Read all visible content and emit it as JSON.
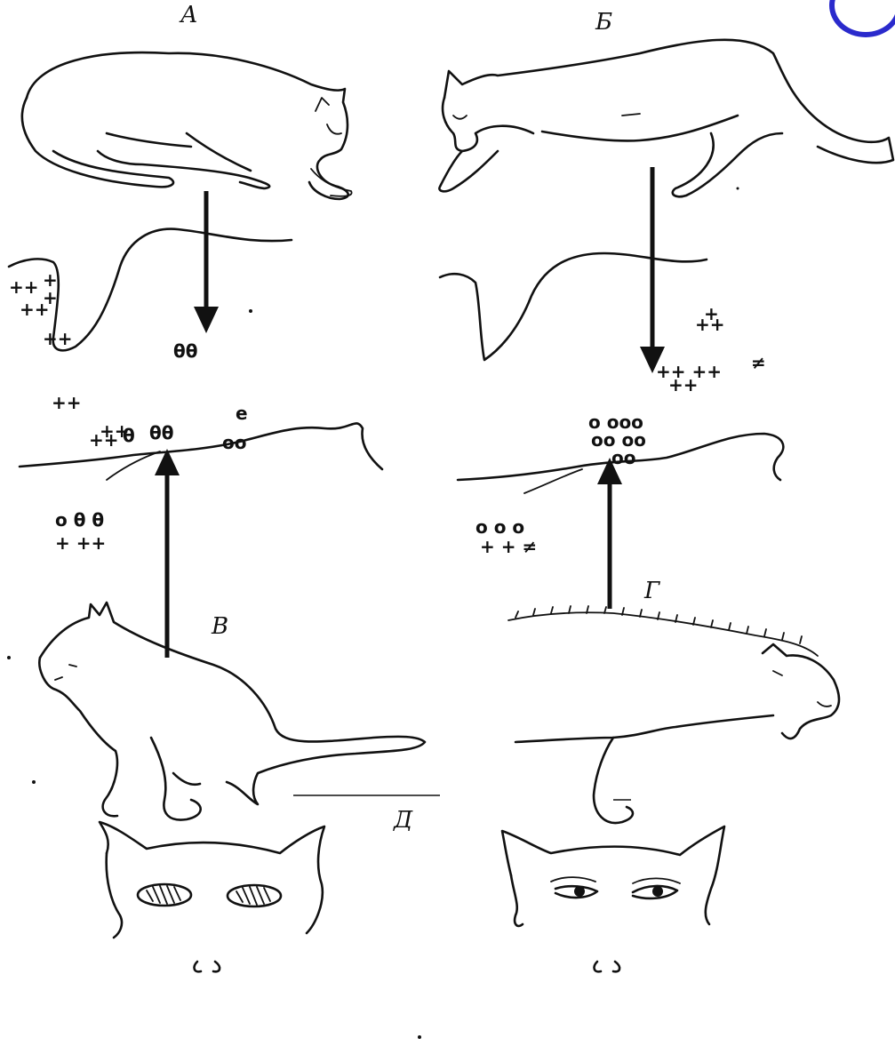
{
  "labels": {
    "panel_a": "А",
    "panel_b": "Б",
    "panel_v": "В",
    "panel_g": "Г",
    "panel_d": "Д"
  },
  "colors": {
    "ink": "#111111",
    "background": "#ffffff",
    "corner_mark": "#2a2acc"
  },
  "arrows": {
    "a_direction": "down",
    "b_direction": "down",
    "v_direction": "up",
    "g_direction": "up"
  },
  "icons": [
    "arrow-down-icon",
    "arrow-up-icon",
    "cat-drawing",
    "cat-face-drawing"
  ]
}
